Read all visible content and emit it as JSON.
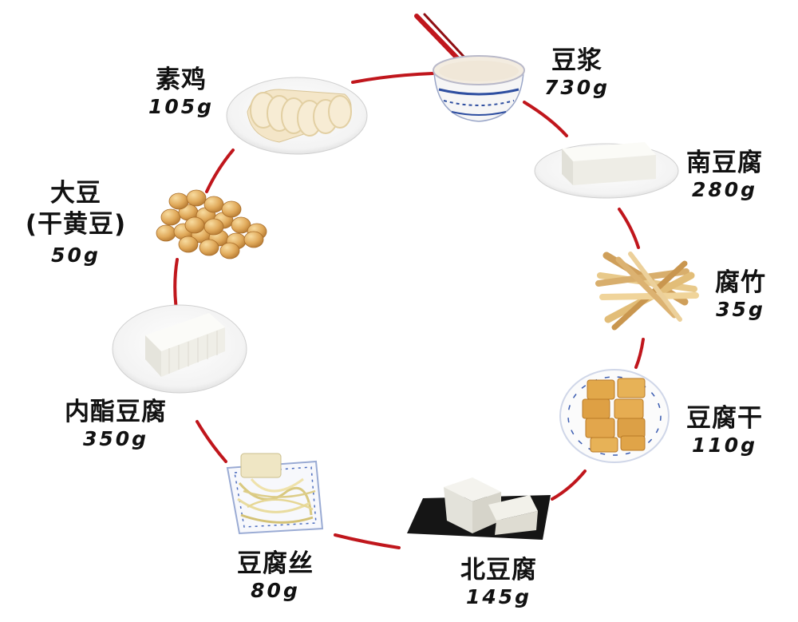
{
  "colors": {
    "connector": "#c0161c",
    "text": "#111111"
  },
  "items": [
    {
      "name": "豆浆",
      "amount": "730g",
      "icon": "soy-milk-bowl-icon"
    },
    {
      "name": "南豆腐",
      "amount": "280g",
      "icon": "silken-tofu-plate-icon"
    },
    {
      "name": "腐竹",
      "amount": "35g",
      "icon": "tofu-skin-sticks-icon"
    },
    {
      "name": "豆腐干",
      "amount": "110g",
      "icon": "dried-tofu-plate-icon"
    },
    {
      "name": "北豆腐",
      "amount": "145g",
      "icon": "firm-tofu-tray-icon"
    },
    {
      "name": "豆腐丝",
      "amount": "80g",
      "icon": "tofu-shreds-plate-icon"
    },
    {
      "name": "内酯豆腐",
      "amount": "350g",
      "icon": "lactone-tofu-plate-icon"
    },
    {
      "name": "大豆",
      "name_sub": "(干黄豆)",
      "amount": "50g",
      "icon": "soybeans-pile-icon"
    },
    {
      "name": "素鸡",
      "amount": "105g",
      "icon": "vegetarian-chicken-plate-icon"
    }
  ]
}
